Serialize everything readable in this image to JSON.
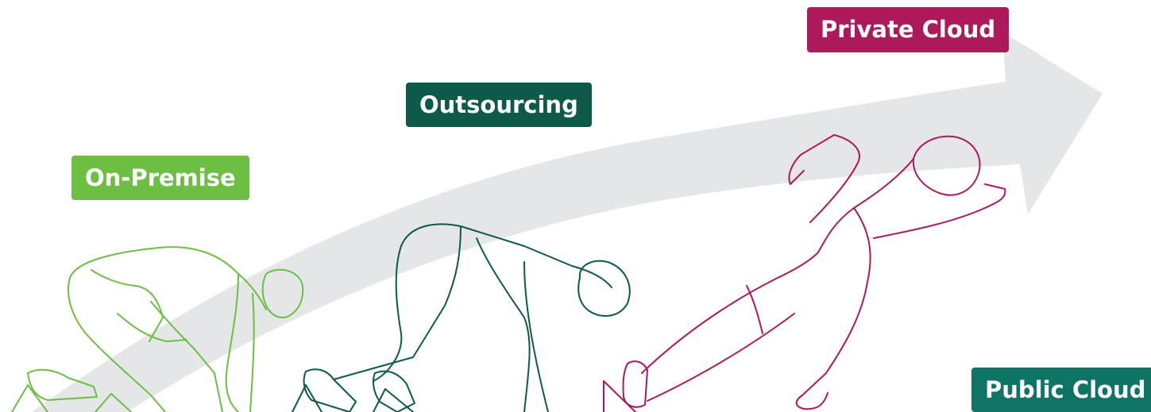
{
  "stages": [
    {
      "label": "On-Premise",
      "color": "#6cbf43"
    },
    {
      "label": "Outsourcing",
      "color": "#0d5a48"
    },
    {
      "label": "Private Cloud",
      "color": "#ac1a5c"
    },
    {
      "label": "Public Cloud",
      "color": "#0e7566"
    }
  ],
  "arrow_color": "#e5e6e8",
  "icons": {
    "figure1": "crouching-runner-icon",
    "figure2": "set-position-runner-icon",
    "figure3": "sprinting-runner-icon",
    "arrow": "progress-arrow-icon"
  }
}
